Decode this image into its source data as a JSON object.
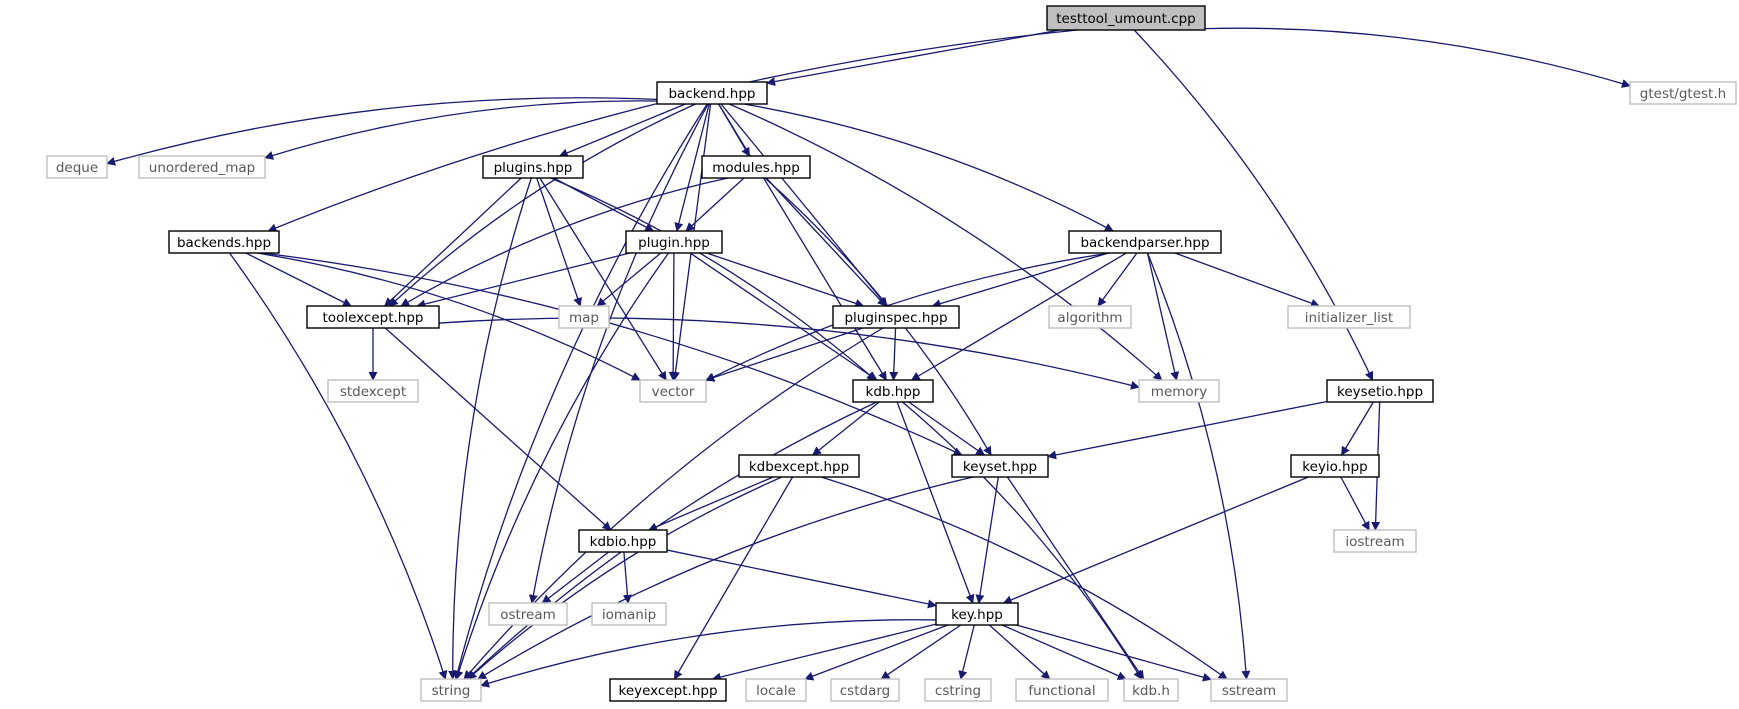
{
  "colors": {
    "edge": "#191970",
    "root_fill": "#bfbfbf",
    "local_stroke": "#000000",
    "system_stroke": "#bfbfbf",
    "system_text": "#595959",
    "local_text": "#000000"
  },
  "nodes": [
    {
      "id": "testtool",
      "label": "testtool_umount.cpp",
      "kind": "root"
    },
    {
      "id": "backend",
      "label": "backend.hpp",
      "kind": "local"
    },
    {
      "id": "gtest",
      "label": "gtest/gtest.h",
      "kind": "system"
    },
    {
      "id": "deque",
      "label": "deque",
      "kind": "system"
    },
    {
      "id": "unordered_map",
      "label": "unordered_map",
      "kind": "system"
    },
    {
      "id": "plugins",
      "label": "plugins.hpp",
      "kind": "local"
    },
    {
      "id": "modules",
      "label": "modules.hpp",
      "kind": "local"
    },
    {
      "id": "backends",
      "label": "backends.hpp",
      "kind": "local"
    },
    {
      "id": "plugin",
      "label": "plugin.hpp",
      "kind": "local"
    },
    {
      "id": "backendparser",
      "label": "backendparser.hpp",
      "kind": "local"
    },
    {
      "id": "toolexcept",
      "label": "toolexcept.hpp",
      "kind": "local"
    },
    {
      "id": "map",
      "label": "map",
      "kind": "system"
    },
    {
      "id": "pluginspec",
      "label": "pluginspec.hpp",
      "kind": "local"
    },
    {
      "id": "algorithm",
      "label": "algorithm",
      "kind": "system"
    },
    {
      "id": "initializer_list",
      "label": "initializer_list",
      "kind": "system"
    },
    {
      "id": "stdexcept",
      "label": "stdexcept",
      "kind": "system"
    },
    {
      "id": "vector",
      "label": "vector",
      "kind": "system"
    },
    {
      "id": "kdb",
      "label": "kdb.hpp",
      "kind": "local"
    },
    {
      "id": "memory",
      "label": "memory",
      "kind": "system"
    },
    {
      "id": "keysetio",
      "label": "keysetio.hpp",
      "kind": "local"
    },
    {
      "id": "kdbexcept",
      "label": "kdbexcept.hpp",
      "kind": "local"
    },
    {
      "id": "keyset",
      "label": "keyset.hpp",
      "kind": "local"
    },
    {
      "id": "keyio",
      "label": "keyio.hpp",
      "kind": "local"
    },
    {
      "id": "kdbio",
      "label": "kdbio.hpp",
      "kind": "local"
    },
    {
      "id": "iostream",
      "label": "iostream",
      "kind": "system"
    },
    {
      "id": "ostream",
      "label": "ostream",
      "kind": "system"
    },
    {
      "id": "iomanip",
      "label": "iomanip",
      "kind": "system"
    },
    {
      "id": "key",
      "label": "key.hpp",
      "kind": "local"
    },
    {
      "id": "string",
      "label": "string",
      "kind": "system"
    },
    {
      "id": "keyexcept",
      "label": "keyexcept.hpp",
      "kind": "local"
    },
    {
      "id": "locale",
      "label": "locale",
      "kind": "system"
    },
    {
      "id": "cstdarg",
      "label": "cstdarg",
      "kind": "system"
    },
    {
      "id": "cstring",
      "label": "cstring",
      "kind": "system"
    },
    {
      "id": "functional",
      "label": "functional",
      "kind": "system"
    },
    {
      "id": "kdbh",
      "label": "kdb.h",
      "kind": "system"
    },
    {
      "id": "sstream",
      "label": "sstream",
      "kind": "system"
    }
  ],
  "edges": [
    [
      "testtool",
      "backend"
    ],
    [
      "testtool",
      "gtest"
    ],
    [
      "testtool",
      "backends"
    ],
    [
      "testtool",
      "keysetio"
    ],
    [
      "backend",
      "deque"
    ],
    [
      "backend",
      "unordered_map"
    ],
    [
      "backend",
      "plugins"
    ],
    [
      "backend",
      "modules"
    ],
    [
      "backend",
      "plugin"
    ],
    [
      "backend",
      "backendparser"
    ],
    [
      "backend",
      "toolexcept"
    ],
    [
      "backend",
      "pluginspec"
    ],
    [
      "backend",
      "vector"
    ],
    [
      "backend",
      "kdb"
    ],
    [
      "backend",
      "memory"
    ],
    [
      "backend",
      "string"
    ],
    [
      "backend",
      "ostream"
    ],
    [
      "plugins",
      "toolexcept"
    ],
    [
      "plugins",
      "plugin"
    ],
    [
      "plugins",
      "map"
    ],
    [
      "plugins",
      "vector"
    ],
    [
      "plugins",
      "kdb"
    ],
    [
      "plugins",
      "string"
    ],
    [
      "modules",
      "plugin"
    ],
    [
      "modules",
      "toolexcept"
    ],
    [
      "modules",
      "pluginspec"
    ],
    [
      "modules",
      "keyset"
    ],
    [
      "backends",
      "toolexcept"
    ],
    [
      "backends",
      "vector"
    ],
    [
      "backends",
      "keyset"
    ],
    [
      "backends",
      "string"
    ],
    [
      "plugin",
      "toolexcept"
    ],
    [
      "plugin",
      "map"
    ],
    [
      "plugin",
      "pluginspec"
    ],
    [
      "plugin",
      "vector"
    ],
    [
      "plugin",
      "kdb"
    ],
    [
      "plugin",
      "string"
    ],
    [
      "backendparser",
      "pluginspec"
    ],
    [
      "backendparser",
      "algorithm"
    ],
    [
      "backendparser",
      "initializer_list"
    ],
    [
      "backendparser",
      "memory"
    ],
    [
      "backendparser",
      "vector"
    ],
    [
      "backendparser",
      "kdb"
    ],
    [
      "backendparser",
      "sstream"
    ],
    [
      "toolexcept",
      "stdexcept"
    ],
    [
      "toolexcept",
      "memory"
    ],
    [
      "toolexcept",
      "kdbio"
    ],
    [
      "pluginspec",
      "vector"
    ],
    [
      "pluginspec",
      "kdb"
    ],
    [
      "pluginspec",
      "string"
    ],
    [
      "kdb",
      "kdbexcept"
    ],
    [
      "kdb",
      "keyset"
    ],
    [
      "kdb",
      "key"
    ],
    [
      "kdb",
      "kdbh"
    ],
    [
      "kdb",
      "string"
    ],
    [
      "keysetio",
      "keyset"
    ],
    [
      "keysetio",
      "keyio"
    ],
    [
      "keysetio",
      "iostream"
    ],
    [
      "kdbexcept",
      "kdbio"
    ],
    [
      "kdbexcept",
      "keyexcept"
    ],
    [
      "kdbexcept",
      "string"
    ],
    [
      "kdbexcept",
      "sstream"
    ],
    [
      "keyset",
      "key"
    ],
    [
      "keyset",
      "kdbh"
    ],
    [
      "keyset",
      "string"
    ],
    [
      "keyio",
      "iostream"
    ],
    [
      "keyio",
      "key"
    ],
    [
      "kdbio",
      "ostream"
    ],
    [
      "kdbio",
      "iomanip"
    ],
    [
      "kdbio",
      "key"
    ],
    [
      "key",
      "string"
    ],
    [
      "key",
      "keyexcept"
    ],
    [
      "key",
      "locale"
    ],
    [
      "key",
      "cstdarg"
    ],
    [
      "key",
      "cstring"
    ],
    [
      "key",
      "functional"
    ],
    [
      "key",
      "kdbh"
    ],
    [
      "key",
      "sstream"
    ]
  ]
}
